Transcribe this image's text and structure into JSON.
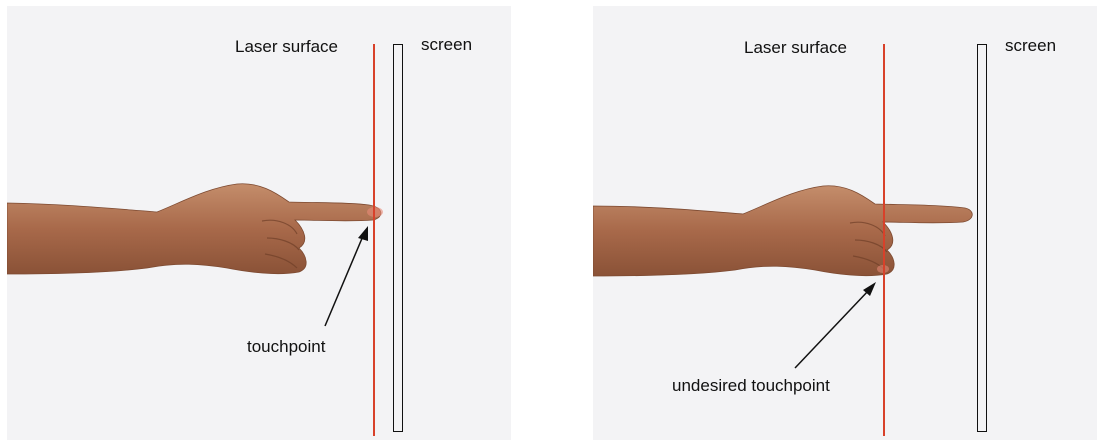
{
  "left_panel": {
    "laser_label": "Laser surface",
    "screen_label": "screen",
    "touchpoint_label": "touchpoint"
  },
  "right_panel": {
    "laser_label": "Laser surface",
    "screen_label": "screen",
    "touchpoint_label": "undesired touchpoint"
  },
  "colors": {
    "laser": "#d8412a",
    "background": "#f3f3f5",
    "skin": "#b97b5a"
  }
}
